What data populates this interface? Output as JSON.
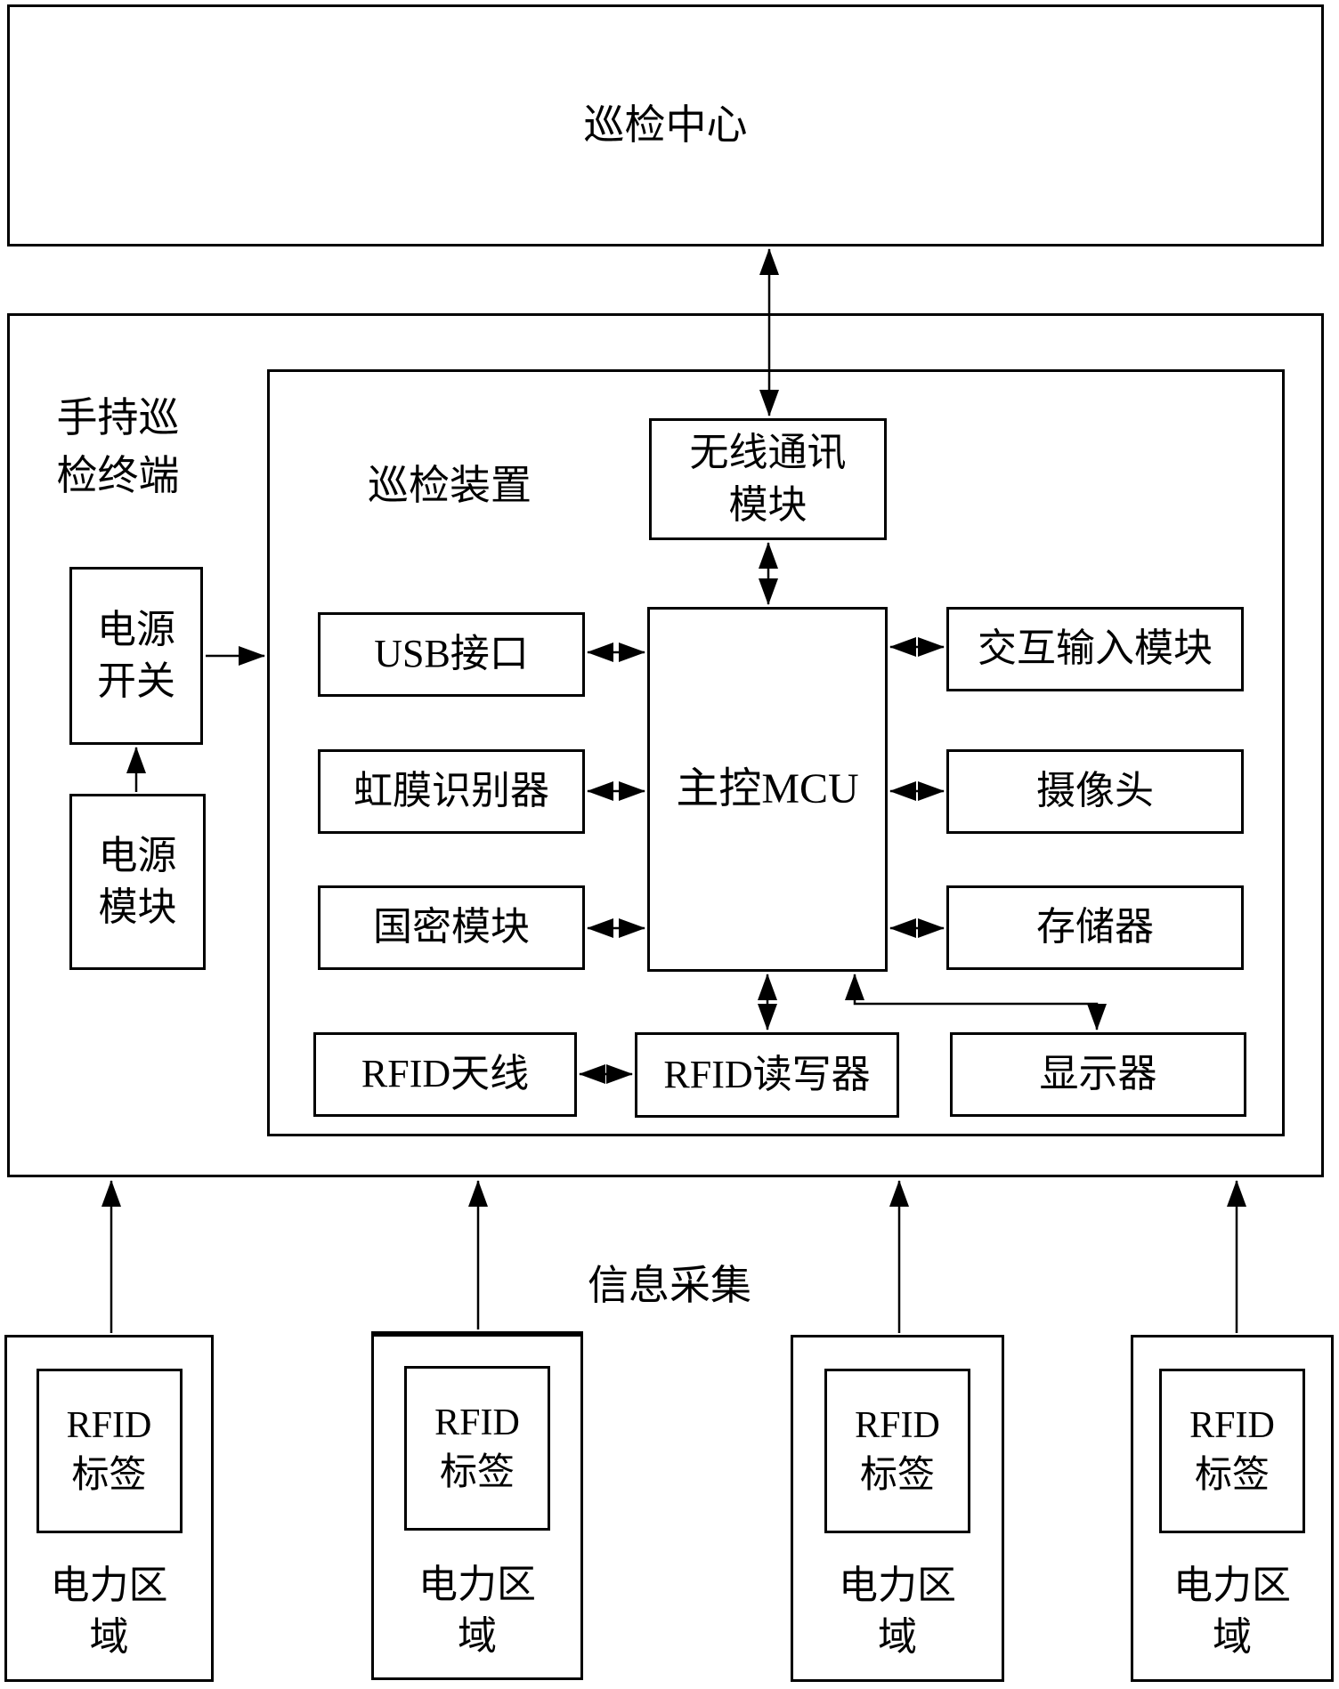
{
  "colors": {
    "line": "#000000",
    "background": "#ffffff"
  },
  "nodes": {
    "inspection_center": "巡检中心",
    "handheld_terminal": "手持巡\n检终端",
    "inspection_device": "巡检装置",
    "wireless_module": "无线通讯\n模块",
    "mcu": "主控MCU",
    "usb_port": "USB接口",
    "iris_recognizer": "虹膜识别器",
    "crypto_module": "国密模块",
    "interactive_input_module": "交互输入模块",
    "camera": "摄像头",
    "storage": "存储器",
    "rfid_antenna": "RFID天线",
    "rfid_reader": "RFID读写器",
    "display": "显示器",
    "power_switch": "电源\n开关",
    "power_module": "电源\n模块",
    "info_collection": "信息采集"
  },
  "power_areas": [
    {
      "tag": "RFID\n标签",
      "area": "电力区\n域"
    },
    {
      "tag": "RFID\n标签",
      "area": "电力区\n域"
    },
    {
      "tag": "RFID\n标签",
      "area": "电力区\n域"
    },
    {
      "tag": "RFID\n标签",
      "area": "电力区\n域"
    }
  ]
}
